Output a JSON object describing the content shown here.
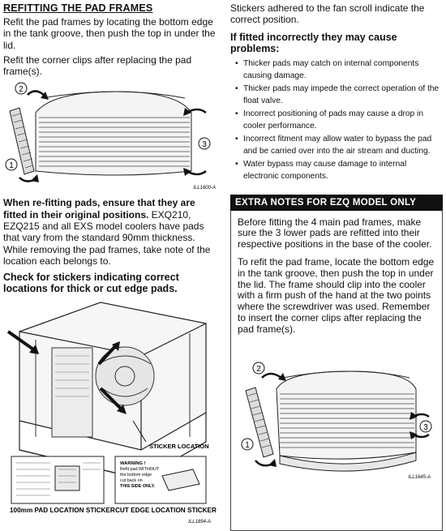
{
  "left": {
    "heading": "REFITTING THE PAD FRAMES",
    "para1": "Refit the pad frames by locating the bottom edge in the tank groove, then push the top in under the lid.",
    "para2": "Refit the corner clips after replacing the pad frame(s).",
    "fig1": {
      "callouts": [
        "2",
        "3",
        "1"
      ],
      "label": "ILL1600-A"
    },
    "para3_bold": "When re-fitting pads, ensure that they are fitted in their original positions.",
    "para3_rest": " EXQ210, EZQ215 and all EXS model coolers have pads that vary from the standard 90mm thickness. While removing the pad frames, take note of the location each belongs to.",
    "check_heading": "Check for stickers indicating correct locations for thick or cut edge pads.",
    "fig2": {
      "sticker_location": "STICKER LOCATION",
      "pad_sticker_caption": "100mm PAD LOCATION STICKER",
      "cut_sticker_caption": "CUT EDGE LOCATION STICKER",
      "label": "ILL1894-A",
      "cut_sticker_text": [
        "WARNING !",
        "Refit pad WITHOUT",
        "the bottom edge",
        "cut back on",
        "THIS SIDE ONLY."
      ]
    }
  },
  "right": {
    "para1": "Stickers adhered to the fan scroll indicate the correct position.",
    "problems_heading": "If fitted incorrectly they may cause problems:",
    "bullets": [
      "Thicker pads may catch on internal components causing damage.",
      "Thicker pads may impede the correct operation of the float valve.",
      "Incorrect positioning of pads may cause a drop in cooler performance.",
      "Incorrect fitment may allow water to bypass the pad and be carried over into the air stream and ducting.",
      "Water bypass may cause damage to internal electronic components."
    ],
    "extra_heading": "EXTRA NOTES FOR EZQ MODEL ONLY",
    "extra_para1": "Before fitting the 4 main pad frames, make sure the 3 lower pads are refitted into their respective positions in the base of the cooler.",
    "extra_para2": "To refit the pad frame, locate the bottom edge in the tank groove, then push the top in under the lid. The frame should clip into the cooler with a firm push of the hand at the two points where the screwdriver was used. Remember to insert the corner clips after replacing the pad frame(s).",
    "fig3": {
      "callouts": [
        "2",
        "3",
        "1"
      ],
      "label": "ILL1645-A"
    }
  }
}
